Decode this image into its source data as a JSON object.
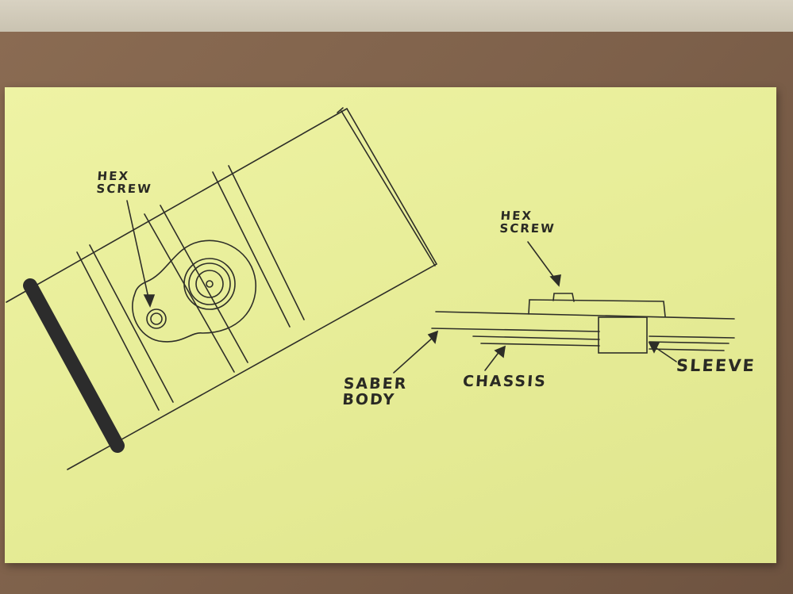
{
  "diagram": {
    "type": "hand-drawn technical sketch on sticky note",
    "colors": {
      "paper": "#e9ef9a",
      "pencil": "#2e2e28",
      "board": "#7d604a",
      "wall": "#d4cebd"
    },
    "left_view": {
      "description": "top view of tilted saber hilt section with clamp and screws",
      "labels": {
        "hex_screw": "HEX\nSCREW"
      }
    },
    "right_view": {
      "description": "side cross-section of clamp assembly",
      "labels": {
        "hex_screw": "HEX\nSCREW",
        "saber_body": "SABER\nBODY",
        "chassis": "CHASSIS",
        "sleeve": "SLEEVE"
      }
    }
  }
}
